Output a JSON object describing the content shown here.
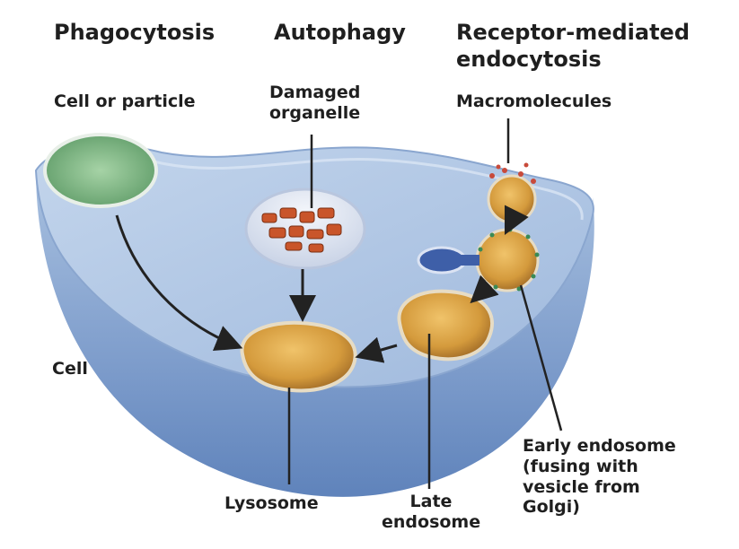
{
  "headers": {
    "phagocytosis": "Phagocytosis",
    "autophagy": "Autophagy",
    "receptor_line1": "Receptor-mediated",
    "receptor_line2": "endocytosis"
  },
  "labels": {
    "cell_or_particle": "Cell or particle",
    "damaged_line1": "Damaged",
    "damaged_line2": "organelle",
    "macromolecules": "Macromolecules",
    "cell": "Cell",
    "lysosome": "Lysosome",
    "late_line1": "Late",
    "late_line2": "endosome",
    "early_line1": "Early endosome",
    "early_line2": "(fusing with",
    "early_line3": "vesicle from",
    "early_line4": "Golgi)"
  },
  "colors": {
    "cell_body": "#8fb0d6",
    "cell_top": "#b6cbe6",
    "lysosome": "#d49a3c",
    "particle": "#6aa86a",
    "organelle": "#c9552a",
    "text": "#1f1f1f"
  }
}
